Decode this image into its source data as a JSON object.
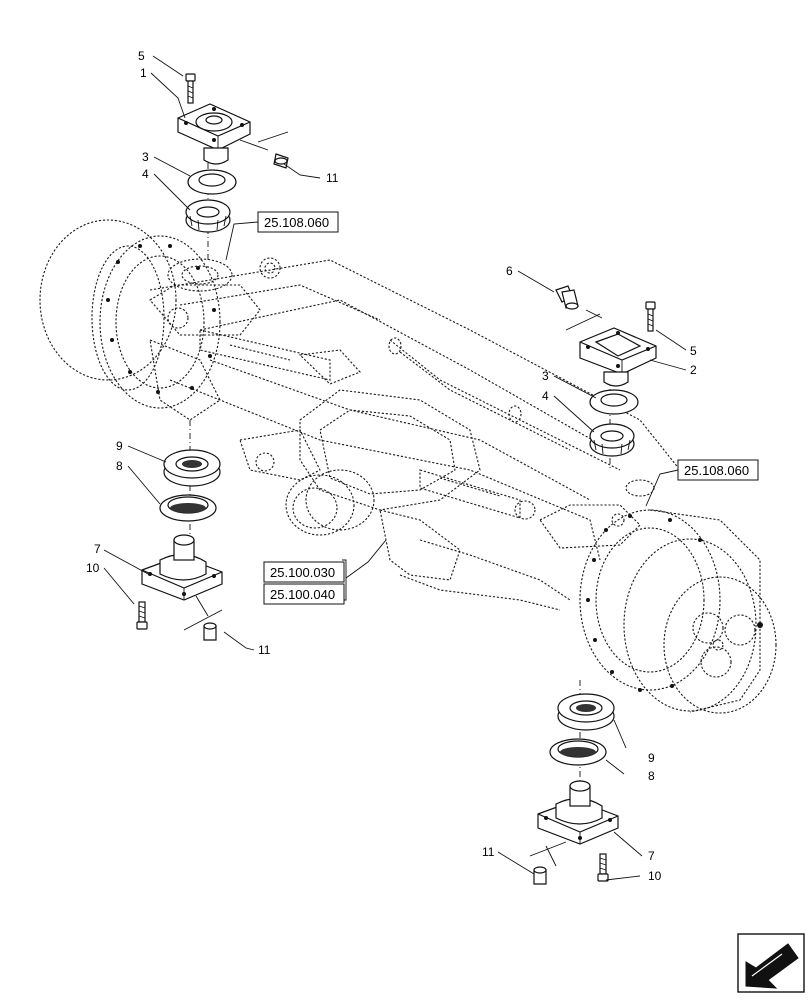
{
  "callouts": {
    "c1": "1",
    "c2": "2",
    "c3a": "3",
    "c3b": "3",
    "c4a": "4",
    "c4b": "4",
    "c5a": "5",
    "c5b": "5",
    "c6": "6",
    "c7a": "7",
    "c7b": "7",
    "c8a": "8",
    "c8b": "8",
    "c9a": "9",
    "c9b": "9",
    "c10a": "10",
    "c10b": "10",
    "c11a": "11",
    "c11b": "11",
    "c11c": "11"
  },
  "references": {
    "ref_top_left": "25.108.060",
    "ref_right": "25.108.060",
    "ref_axle_1": "25.100.030",
    "ref_axle_2": "25.100.040"
  },
  "icons": {
    "nav": "next-page-arrow-icon"
  }
}
